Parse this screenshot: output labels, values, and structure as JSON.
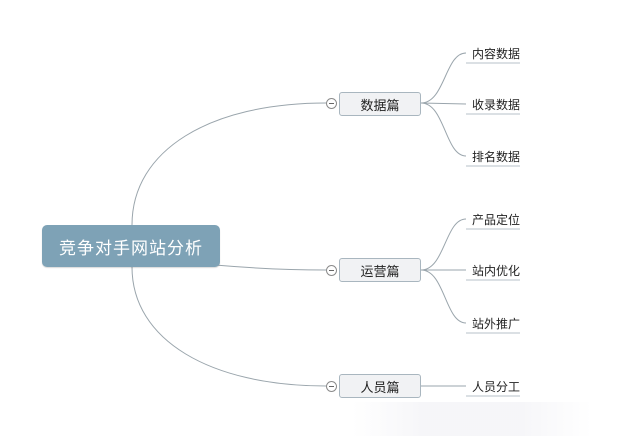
{
  "mindmap": {
    "root": "竞争对手网站分析",
    "branches": [
      {
        "label": "数据篇",
        "leaves": [
          "内容数据",
          "收录数据",
          "排名数据"
        ]
      },
      {
        "label": "运营篇",
        "leaves": [
          "产品定位",
          "站内优化",
          "站外推广"
        ]
      },
      {
        "label": "人员篇",
        "leaves": [
          "人员分工"
        ]
      }
    ]
  },
  "colors": {
    "root_fill": "#7ea2b6",
    "branch_fill": "#f1f2f4",
    "branch_border": "#a9b6bf",
    "line": "#9aa5ac"
  },
  "icons": [
    "collapse-toggle-icon"
  ]
}
